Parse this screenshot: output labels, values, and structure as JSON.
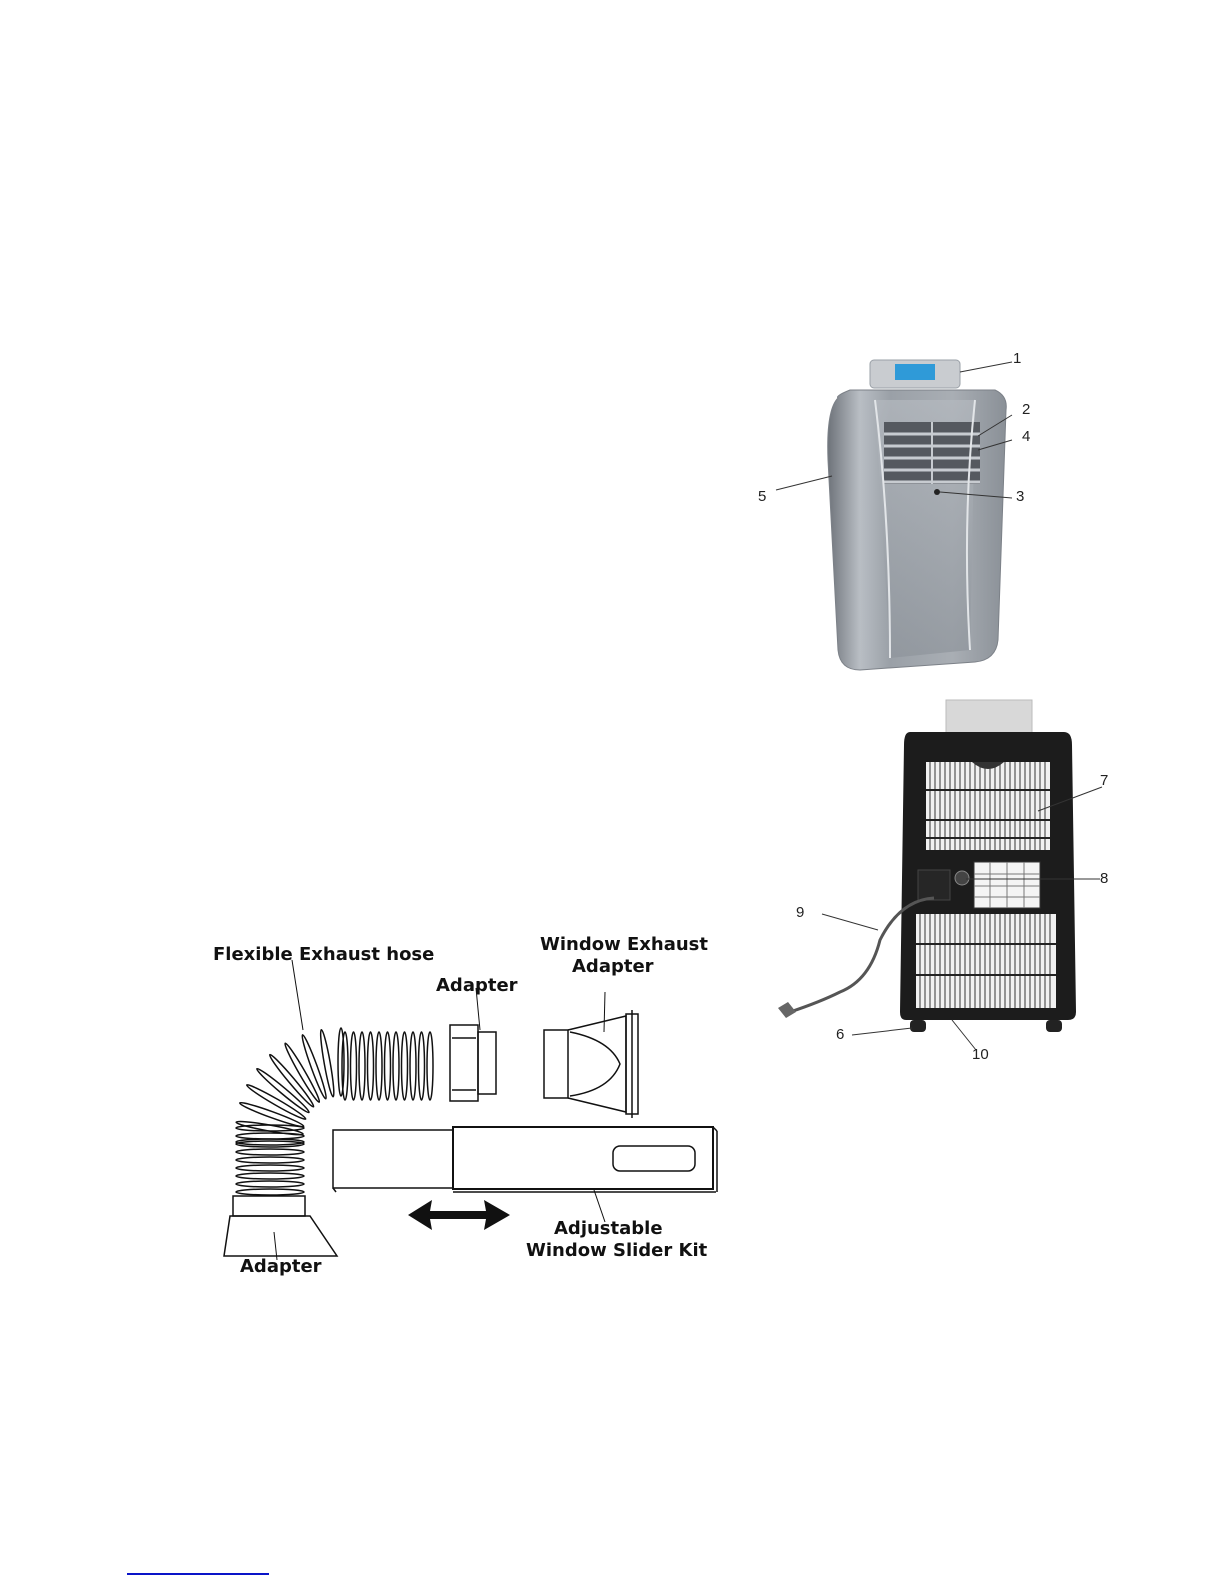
{
  "page": {
    "background": "#ffffff"
  },
  "front_unit": {
    "figure": "portable-air-conditioner-front-view",
    "callouts": [
      "1",
      "2",
      "3",
      "4",
      "5"
    ]
  },
  "rear_unit": {
    "figure": "portable-air-conditioner-rear-view",
    "callouts": [
      "6",
      "7",
      "8",
      "9",
      "10"
    ]
  },
  "exhaust_kit": {
    "figure": "exhaust-hose-kit-diagram",
    "labels": {
      "flexible_hose": "Flexible Exhaust hose",
      "adapter_top": "Adapter",
      "window_exhaust_line1": "Window Exhaust",
      "window_exhaust_line2": "Adapter",
      "slider_line1": "Adjustable",
      "slider_line2": "Window Slider Kit",
      "adapter_bottom": "Adapter"
    }
  },
  "footer": {
    "link_color": "#0a14c8"
  }
}
